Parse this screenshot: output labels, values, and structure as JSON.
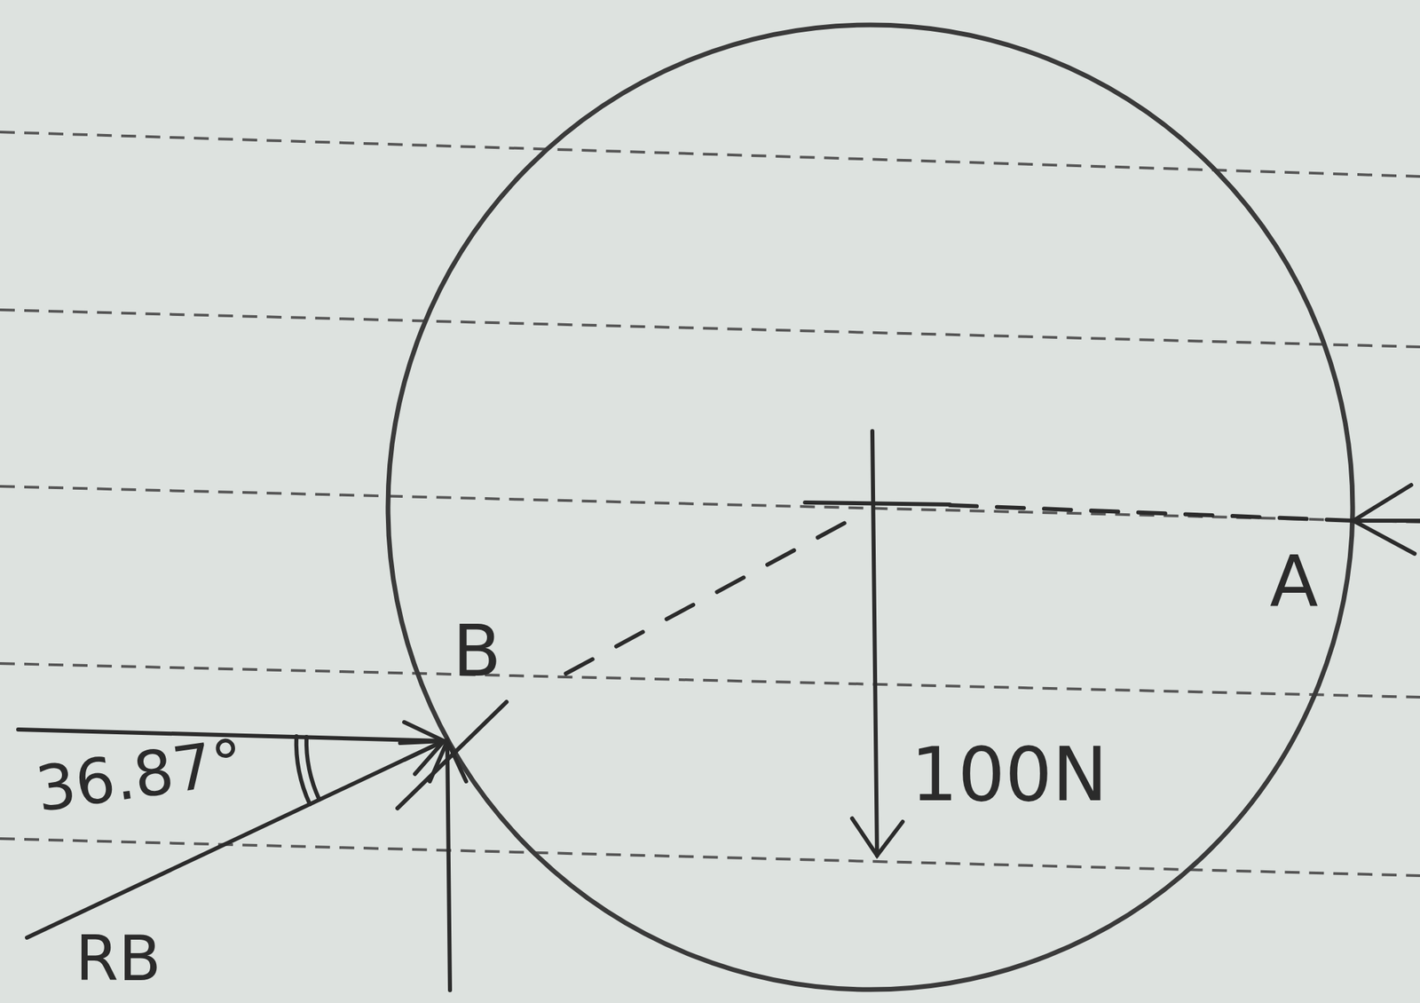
{
  "diagram": {
    "labels": [
      "B",
      "A",
      "100N",
      "36.87°",
      "RB"
    ]
  }
}
